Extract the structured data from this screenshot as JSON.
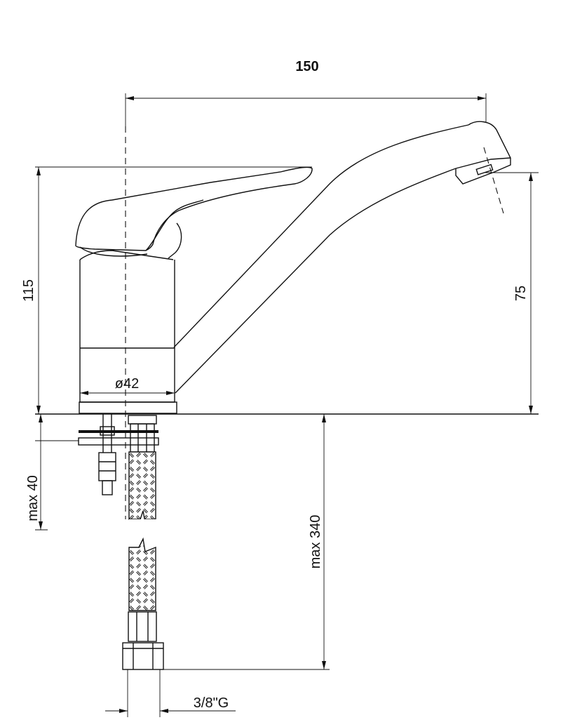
{
  "dimensions": {
    "width_top": "150",
    "height_total": "115",
    "spout_height": "75",
    "diameter": "ø42",
    "max_mount": "max 40",
    "max_hose": "max 340",
    "thread": "3/8\"G"
  }
}
